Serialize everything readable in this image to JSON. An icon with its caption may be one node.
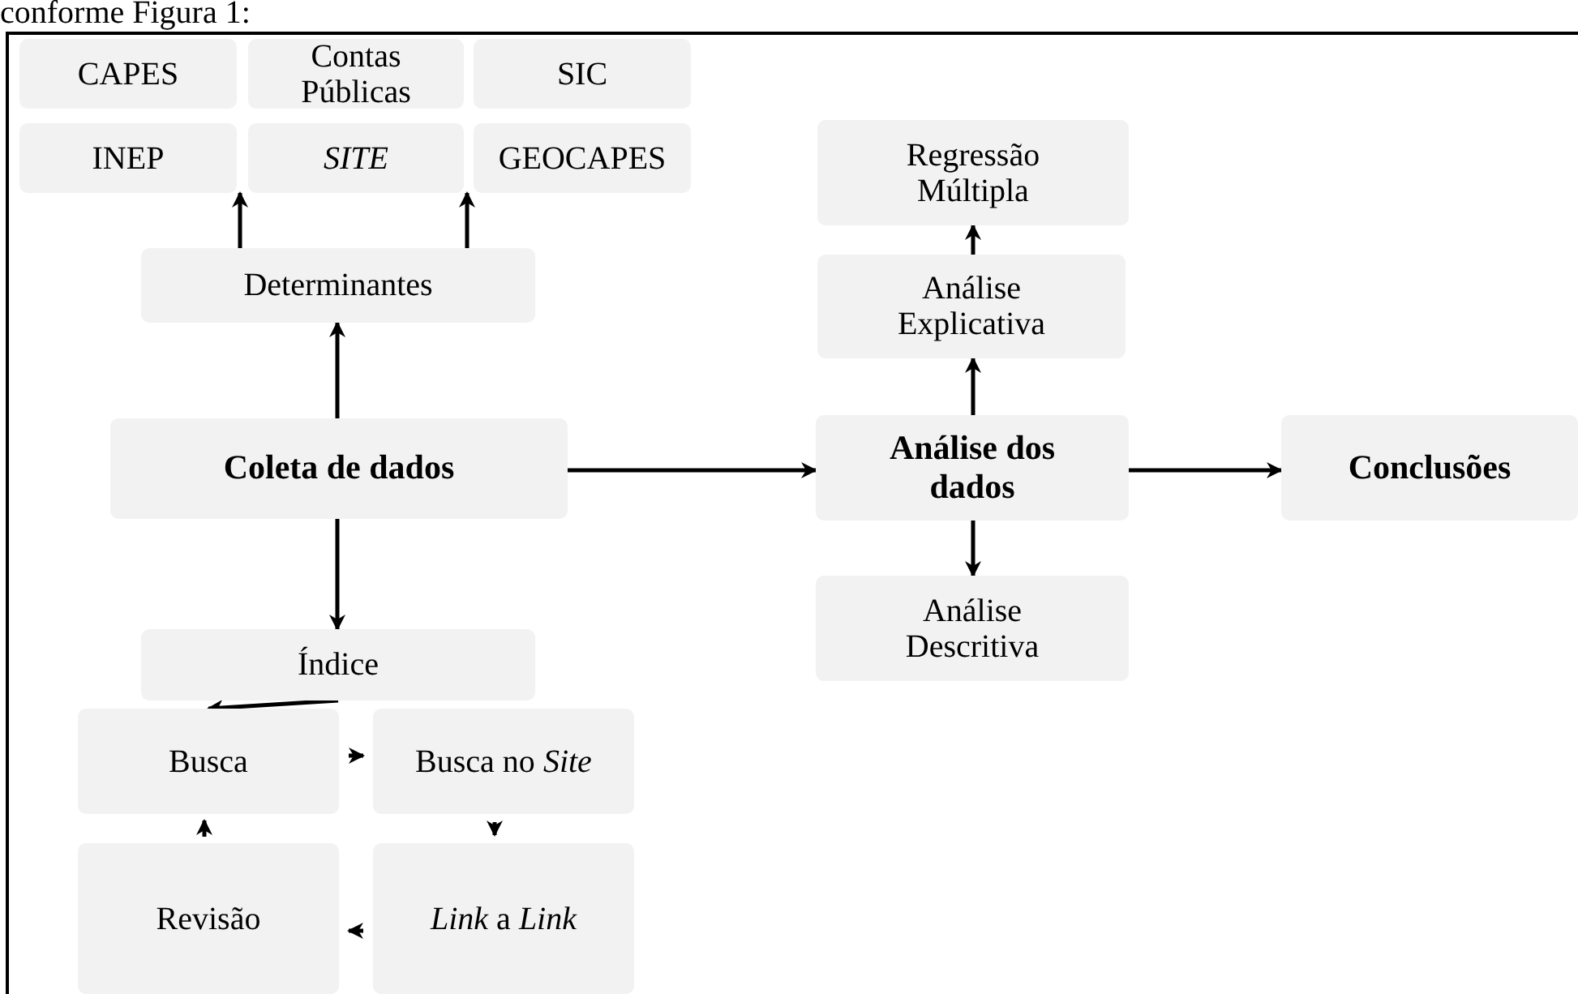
{
  "diagram": {
    "nodes": [
      {
        "text": [
          "CAPES"
        ]
      },
      {
        "text": [
          "Contas Públicas"
        ]
      },
      {
        "text": [
          "SIC"
        ]
      },
      {
        "text": [
          "INEP"
        ]
      },
      {
        "text": [
          "SITE"
        ]
      },
      {
        "text": [
          "GEOCAPES"
        ]
      },
      {
        "text": [
          "Determinantes"
        ]
      },
      {
        "text": [
          "Coleta de dados"
        ]
      },
      {
        "text": [
          "Índice"
        ]
      },
      {
        "text": [
          "Busca"
        ]
      },
      {
        "text": [
          "Busca no *Site*"
        ]
      },
      {
        "text": [
          "Revisão"
        ]
      },
      {
        "text": [
          "*Link* a *Link*"
        ]
      },
      {
        "text": [
          "Regressão Múltipla"
        ]
      },
      {
        "text": [
          "Análise Explicativa"
        ]
      },
      {
        "text": [
          "Análise dos dados"
        ]
      },
      {
        "text": [
          "Análise Descritiva"
        ]
      },
      {
        "text": [
          "Conclusões"
        ]
      }
    ],
    "edges": [
      {
        "from": 6,
        "to": 4,
        "arrow": "to"
      },
      {
        "from": 6,
        "to": 5,
        "arrow": "to"
      },
      {
        "from": 7,
        "to": 6,
        "arrow": "to"
      },
      {
        "from": 7,
        "to": 8,
        "arrow": "to"
      },
      {
        "from": 7,
        "to": 15,
        "arrow": "to"
      },
      {
        "from": 8,
        "to": 9,
        "arrow": "to"
      },
      {
        "from": 9,
        "to": 10,
        "arrow": "to"
      },
      {
        "from": 10,
        "to": 12,
        "arrow": "to"
      },
      {
        "from": 12,
        "to": 11,
        "arrow": "to"
      },
      {
        "from": 11,
        "to": 9,
        "arrow": "to"
      },
      {
        "from": 15,
        "to": 14,
        "arrow": "to"
      },
      {
        "from": 14,
        "to": 13,
        "arrow": "to"
      },
      {
        "from": 15,
        "to": 16,
        "arrow": "to"
      },
      {
        "from": 15,
        "to": 17,
        "arrow": "to"
      }
    ],
    "labels": [
      "conforme Figura 1:"
    ]
  }
}
